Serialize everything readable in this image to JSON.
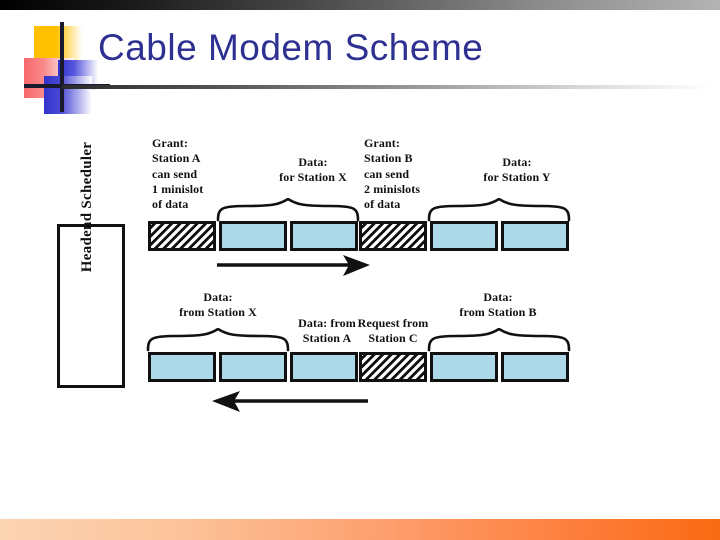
{
  "slide": {
    "title": "Cable Modem Scheme",
    "title_color": "#2e3192",
    "background": "#ffffff",
    "top_bar_colors": [
      "#000000",
      "#b3b3b3"
    ],
    "bottom_bar_colors": [
      "#fbd4b4",
      "#f96a12"
    ]
  },
  "logo": {
    "yellow": "#ffc000",
    "red": "#f8696b",
    "blue": "#3333cc",
    "line": "#1a1a2e"
  },
  "diagram": {
    "scheduler_label": "Headend\nScheduler",
    "cell_blue": "#acd8e8",
    "cell_border": "#111111",
    "downstream": {
      "direction": "right",
      "labels": [
        {
          "text": "Grant:\nStation A\ncan send\n1 minislot\nof data",
          "kind": "grant"
        },
        {
          "text": "Data:\nfor Station X",
          "kind": "data"
        },
        {
          "text": "Grant:\nStation B\ncan send\n2 minislots\nof data",
          "kind": "grant"
        },
        {
          "text": "Data:\nfor Station Y",
          "kind": "data"
        }
      ],
      "cells": [
        "hatch",
        "blue",
        "blue",
        "hatch",
        "blue",
        "blue"
      ]
    },
    "upstream": {
      "direction": "left",
      "labels": [
        {
          "text": "Data:\nfrom Station X",
          "kind": "data"
        },
        {
          "text": "Data: from\nStation A",
          "kind": "data"
        },
        {
          "text": "Request from\nStation C",
          "kind": "request"
        },
        {
          "text": "Data:\nfrom Station B",
          "kind": "data"
        }
      ],
      "cells": [
        "blue",
        "blue",
        "blue",
        "hatch",
        "blue",
        "blue"
      ]
    }
  }
}
